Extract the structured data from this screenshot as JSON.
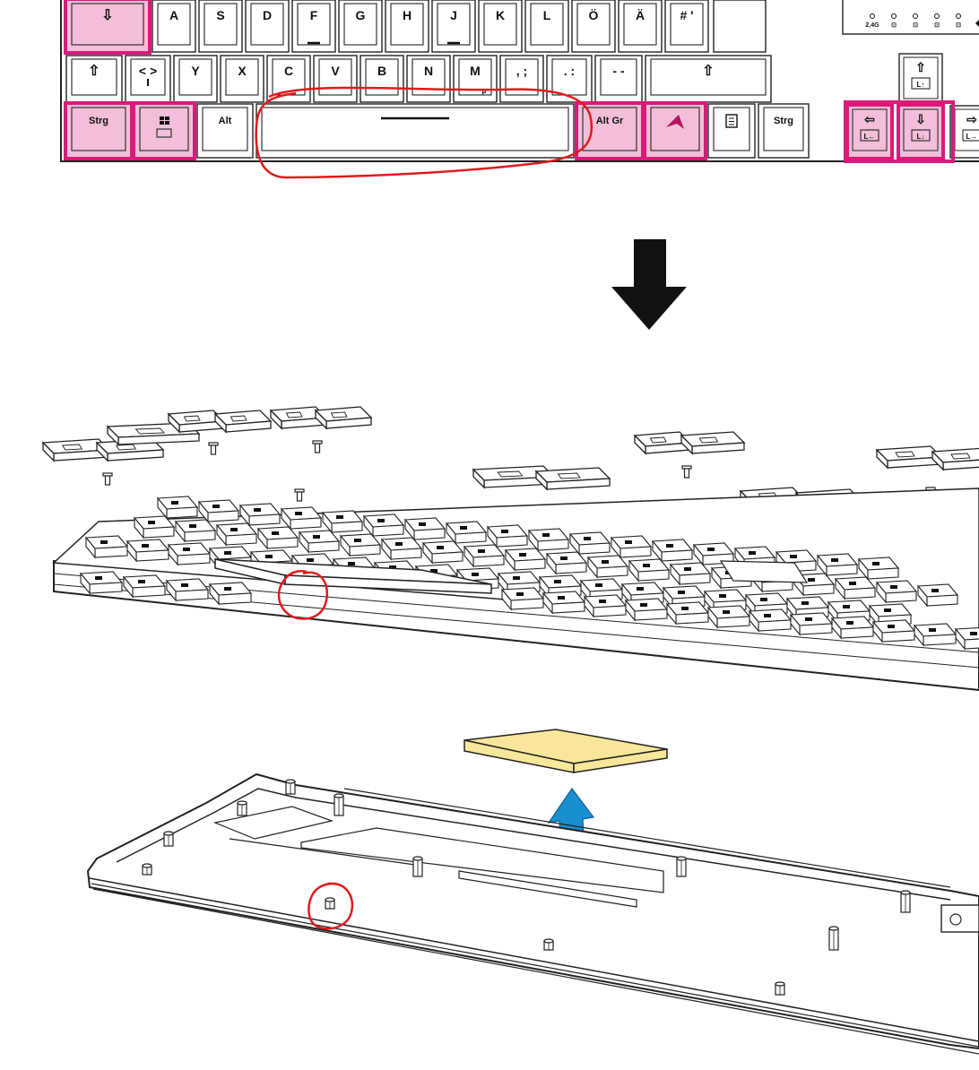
{
  "colors": {
    "highlight_fill": "#f3bfd8",
    "highlight_border": "#d81b7a",
    "annotation_red": "#e01b1b",
    "arrow_black": "#111111",
    "arrow_blue": "#1a8fd0",
    "foam_fill": "#f8e79a",
    "outline": "#222222"
  },
  "keyboard": {
    "row_home": [
      {
        "label": "⇩",
        "highlight": true
      },
      {
        "label": "A"
      },
      {
        "label": "S"
      },
      {
        "label": "D"
      },
      {
        "label": "F"
      },
      {
        "label": "G"
      },
      {
        "label": "H"
      },
      {
        "label": "J"
      },
      {
        "label": "K"
      },
      {
        "label": "L"
      },
      {
        "label": "Ö"
      },
      {
        "label": "Ä"
      },
      {
        "label": "# '"
      }
    ],
    "row_shift": [
      {
        "label": "⇧"
      },
      {
        "label": "< >"
      },
      {
        "label": "Y"
      },
      {
        "label": "X"
      },
      {
        "label": "C"
      },
      {
        "label": "V"
      },
      {
        "label": "B"
      },
      {
        "label": "N"
      },
      {
        "label": "M"
      },
      {
        "label": ", ;"
      },
      {
        "label": ". :"
      },
      {
        "label": "- -"
      },
      {
        "label": "⇧"
      }
    ],
    "row_bottom": [
      {
        "label": "Strg",
        "highlight": true
      },
      {
        "label": "win-logo",
        "highlight": true
      },
      {
        "label": "Alt"
      },
      {
        "label": "",
        "space": true
      },
      {
        "label": "Alt Gr",
        "highlight": true
      },
      {
        "label": "shark-logo",
        "highlight": true
      },
      {
        "label": "menu-icon"
      },
      {
        "label": "Strg"
      }
    ],
    "nav_cluster": {
      "up_key": {
        "label": "⇧",
        "sub": "L↑"
      },
      "bottom": [
        {
          "label": "⇦",
          "sub": "L←",
          "highlight": true
        },
        {
          "label": "⇩",
          "sub": "L↓",
          "highlight": true
        },
        {
          "label": "⇨",
          "sub": "L→"
        }
      ]
    },
    "indicator_labels": [
      "2,4G",
      "⊡",
      "⊡",
      "⊡",
      "⊡"
    ],
    "key_sublabel_m": "μ"
  },
  "icons": {
    "down_arrow": "down-arrow-icon",
    "up_arrow": "up-arrow-icon",
    "windows_logo": "windows-logo-icon",
    "shark_logo": "shark-logo-icon",
    "menu": "menu-icon"
  }
}
